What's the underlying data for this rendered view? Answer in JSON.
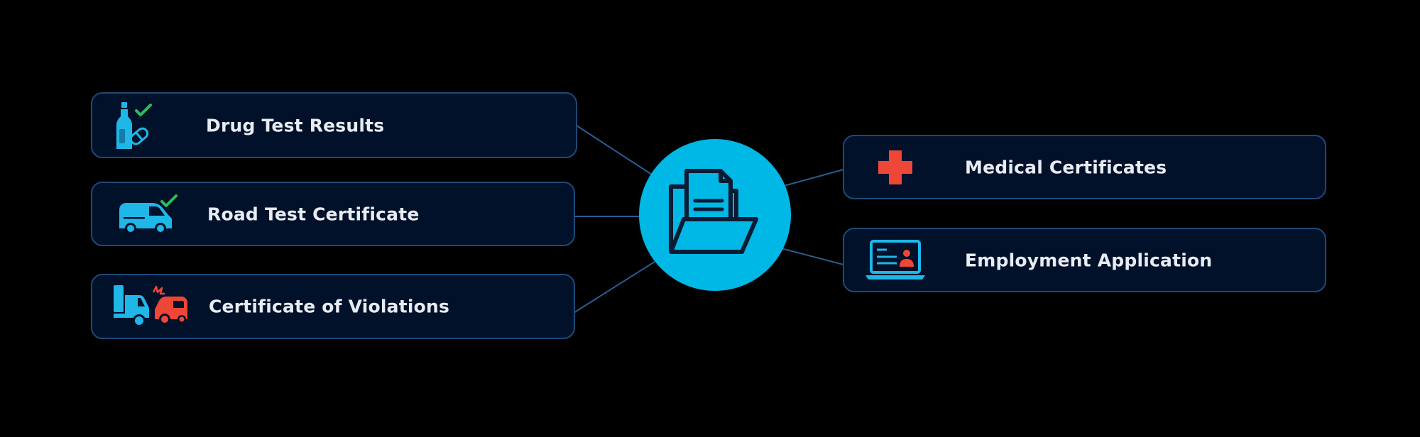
{
  "colors": {
    "background": "#000000",
    "card_fill": "#02112a",
    "card_border": "#1c4a78",
    "hub": "#00b8e6",
    "icon_blue": "#1fb6e8",
    "check_green": "#2bbf5b",
    "accent_red": "#ee4637",
    "text": "#e7ecf3"
  },
  "hub": {
    "icon": "folder-documents-icon"
  },
  "left_items": [
    {
      "label": "Drug Test Results",
      "icon": "bottle-pill-check-icon"
    },
    {
      "label": "Road Test Certificate",
      "icon": "van-check-icon"
    },
    {
      "label": "Certificate of Violations",
      "icon": "truck-car-crash-icon"
    }
  ],
  "right_items": [
    {
      "label": "Medical Certificates",
      "icon": "medical-cross-icon"
    },
    {
      "label": "Employment Application",
      "icon": "laptop-profile-icon"
    }
  ]
}
